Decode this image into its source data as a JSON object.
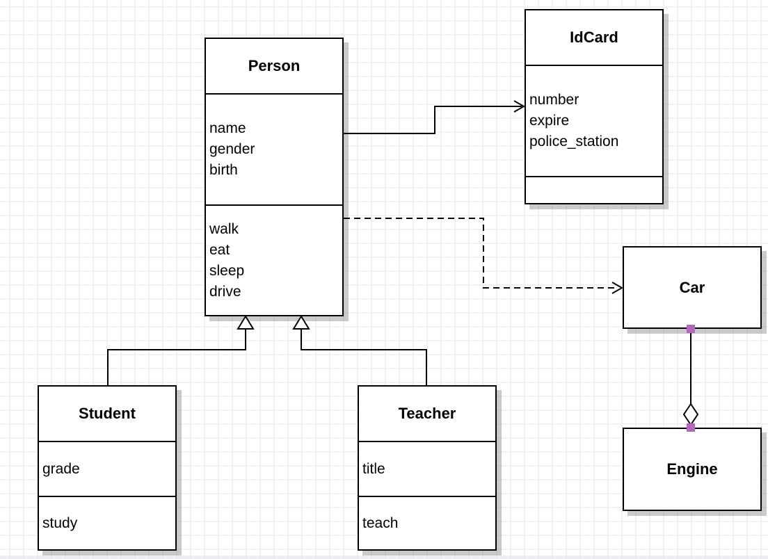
{
  "classes": {
    "person": {
      "title": "Person",
      "attributes": [
        "name",
        "gender",
        "birth"
      ],
      "methods": [
        "walk",
        "eat",
        "sleep",
        "drive"
      ]
    },
    "idcard": {
      "title": "IdCard",
      "attributes": [
        "number",
        "expire",
        "police_station"
      ],
      "methods": []
    },
    "car": {
      "title": "Car",
      "attributes": [],
      "methods": []
    },
    "engine": {
      "title": "Engine",
      "attributes": [],
      "methods": []
    },
    "student": {
      "title": "Student",
      "attributes": [
        "grade"
      ],
      "methods": [
        "study"
      ]
    },
    "teacher": {
      "title": "Teacher",
      "attributes": [
        "title"
      ],
      "methods": [
        "teach"
      ]
    }
  },
  "relationships": [
    {
      "from": "Person",
      "to": "IdCard",
      "type": "association",
      "line": "solid",
      "arrow": "open"
    },
    {
      "from": "Person",
      "to": "Car",
      "type": "dependency",
      "line": "dashed",
      "arrow": "open"
    },
    {
      "from": "Student",
      "to": "Person",
      "type": "generalization",
      "line": "solid",
      "arrow": "hollow-triangle"
    },
    {
      "from": "Teacher",
      "to": "Person",
      "type": "generalization",
      "line": "solid",
      "arrow": "hollow-triangle"
    },
    {
      "from": "Car",
      "to": "Engine",
      "type": "aggregation",
      "line": "solid",
      "arrow": "hollow-diamond",
      "endpoint_handles": true
    }
  ],
  "colors": {
    "stroke": "#000000",
    "box_fill": "#ffffff",
    "grid_line": "#f1f1f4",
    "handle": "#b767b7",
    "canvas_bg": "#ffffff"
  }
}
